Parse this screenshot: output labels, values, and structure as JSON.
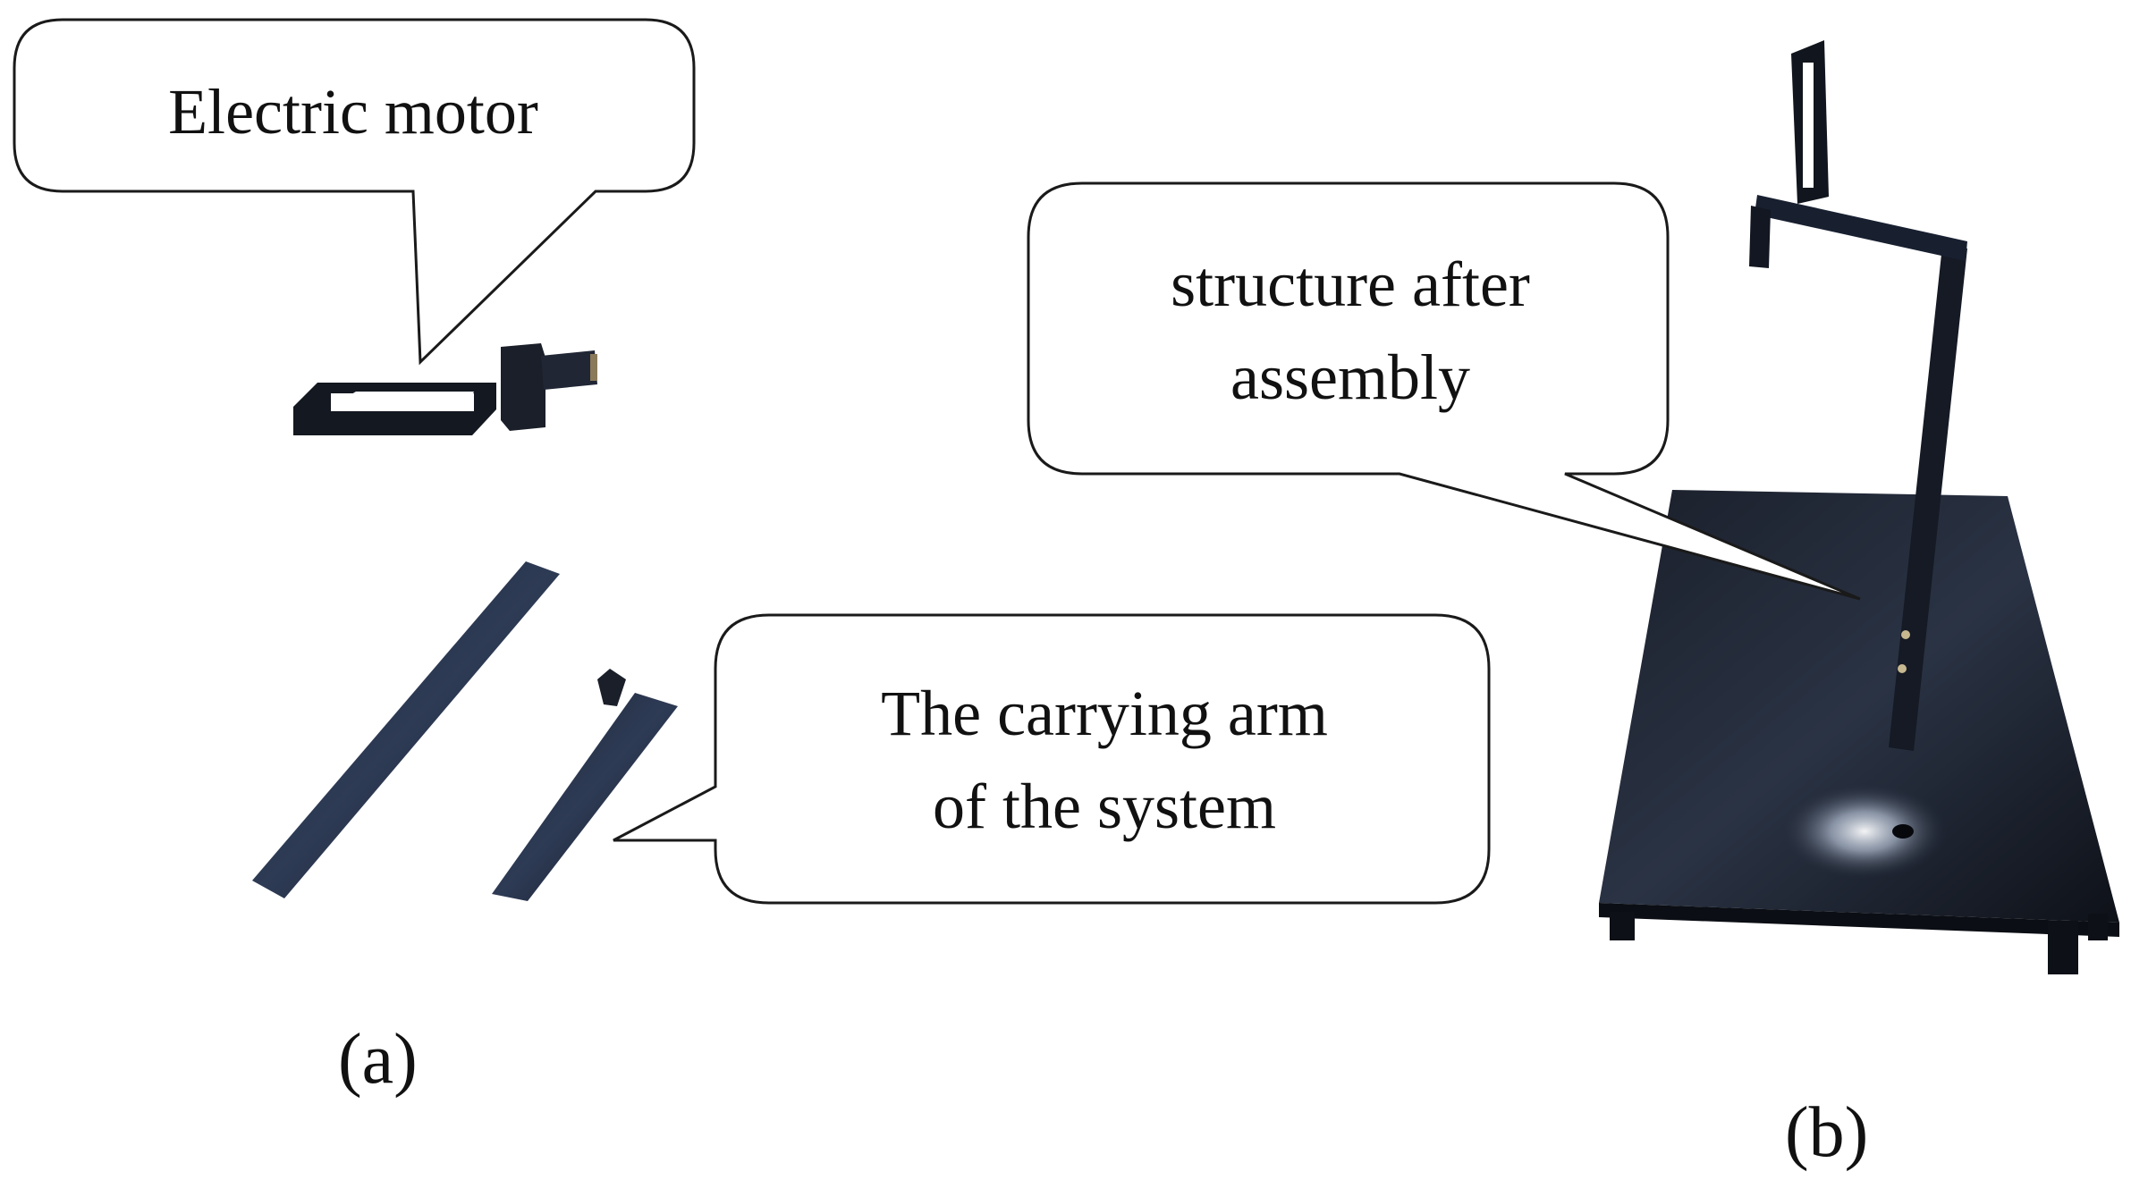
{
  "callouts": {
    "motor": {
      "line1": "Electric motor"
    },
    "assembly": {
      "line1": "structure after",
      "line2": "assembly"
    },
    "arm": {
      "line1": "The carrying arm",
      "line2": "of the system"
    }
  },
  "panels": {
    "a": {
      "label": "(a)"
    },
    "b": {
      "label": "(b)"
    }
  },
  "colors": {
    "metal": "#161a22",
    "metal_highlight": "#3a4a66",
    "callout_stroke": "#1a1a1a",
    "base_shine": "#e8eef8"
  }
}
